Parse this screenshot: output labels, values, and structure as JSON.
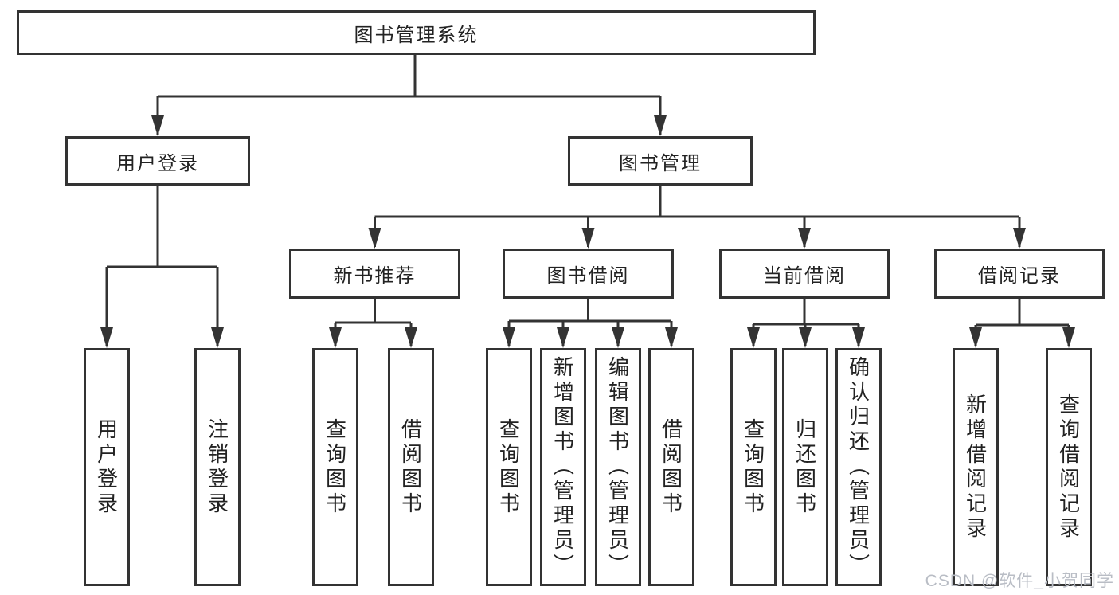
{
  "tree": {
    "root": {
      "label": "图书管理系统",
      "children": [
        {
          "label": "用户登录",
          "children": [
            {
              "label": "用户登录"
            },
            {
              "label": "注销登录"
            }
          ]
        },
        {
          "label": "图书管理",
          "children": [
            {
              "label": "新书推荐",
              "children": [
                {
                  "label": "查询图书"
                },
                {
                  "label": "借阅图书"
                }
              ]
            },
            {
              "label": "图书借阅",
              "children": [
                {
                  "label": "查询图书"
                },
                {
                  "label": "新增图书（管理员）"
                },
                {
                  "label": "编辑图书（管理员）"
                },
                {
                  "label": "借阅图书"
                }
              ]
            },
            {
              "label": "当前借阅",
              "children": [
                {
                  "label": "查询图书"
                },
                {
                  "label": "归还图书"
                },
                {
                  "label": "确认归还（管理员）"
                }
              ]
            },
            {
              "label": "借阅记录",
              "children": [
                {
                  "label": "新增借阅记录"
                },
                {
                  "label": "查询借阅记录"
                }
              ]
            }
          ]
        }
      ]
    }
  },
  "watermark": {
    "text": "CSDN @软件_小贺同学"
  },
  "colors": {
    "line": "#333333",
    "box_border": "#333333",
    "box_background": "#ffffff",
    "text": "#222222",
    "watermark": "#b9bdc5",
    "background": "#ffffff"
  }
}
